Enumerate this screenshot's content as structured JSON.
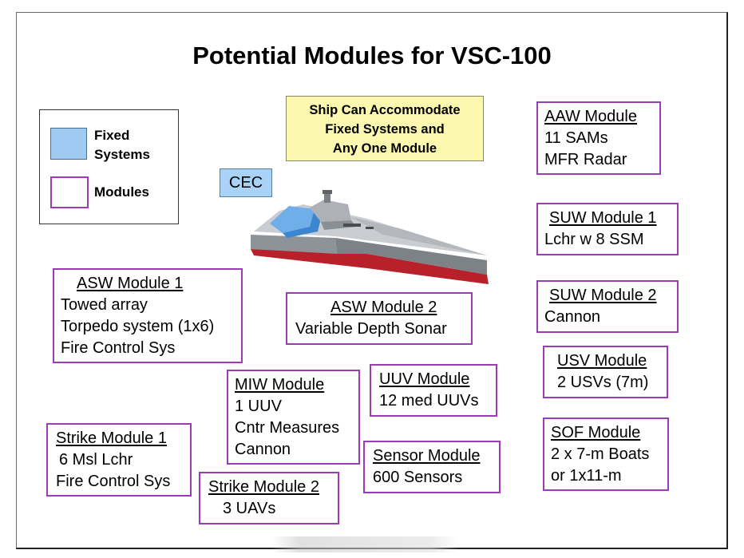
{
  "title": "Potential Modules for VSC-100",
  "legend": {
    "fixed_line1": "Fixed",
    "fixed_line2": "Systems",
    "modules": "Modules"
  },
  "cec": "CEC",
  "note": {
    "line1": "Ship Can Accommodate",
    "line2": "Fixed Systems and",
    "line3": "Any One Module"
  },
  "modules": {
    "aaw": {
      "heading": "AAW Module",
      "lines": [
        "11 SAMs",
        "MFR Radar"
      ]
    },
    "suw1": {
      "heading": "SUW Module 1",
      "lines": [
        "Lchr w 8 SSM"
      ]
    },
    "suw2": {
      "heading": "SUW Module 2",
      "lines": [
        "Cannon"
      ]
    },
    "usv": {
      "heading": "USV Module",
      "lines": [
        "2 USVs (7m)"
      ]
    },
    "sof": {
      "heading": "SOF Module",
      "lines": [
        "2 x 7-m Boats",
        "or 1x11-m"
      ]
    },
    "asw1": {
      "heading": "ASW Module 1",
      "lines": [
        "Towed array",
        "Torpedo system (1x6)",
        "Fire Control Sys"
      ]
    },
    "asw2": {
      "heading": "ASW Module 2",
      "lines": [
        "Variable Depth Sonar"
      ]
    },
    "miw": {
      "heading": "MIW Module",
      "lines": [
        "1 UUV",
        "Cntr Measures",
        "Cannon"
      ]
    },
    "uuv": {
      "heading": "UUV Module",
      "lines": [
        "12 med UUVs"
      ]
    },
    "sensor": {
      "heading": "Sensor Module",
      "lines": [
        "600 Sensors"
      ]
    },
    "strike1": {
      "heading": "Strike Module 1",
      "lines": [
        "6 Msl Lchr",
        "Fire Control Sys"
      ]
    },
    "strike2": {
      "heading": "Strike Module 2",
      "lines": [
        "3 UAVs"
      ]
    }
  },
  "colors": {
    "module_border": "#9b3bb5",
    "fixed_fill": "#9fcbf3",
    "note_fill": "#fcf8b0",
    "cec_fill": "#a8d3f7"
  }
}
